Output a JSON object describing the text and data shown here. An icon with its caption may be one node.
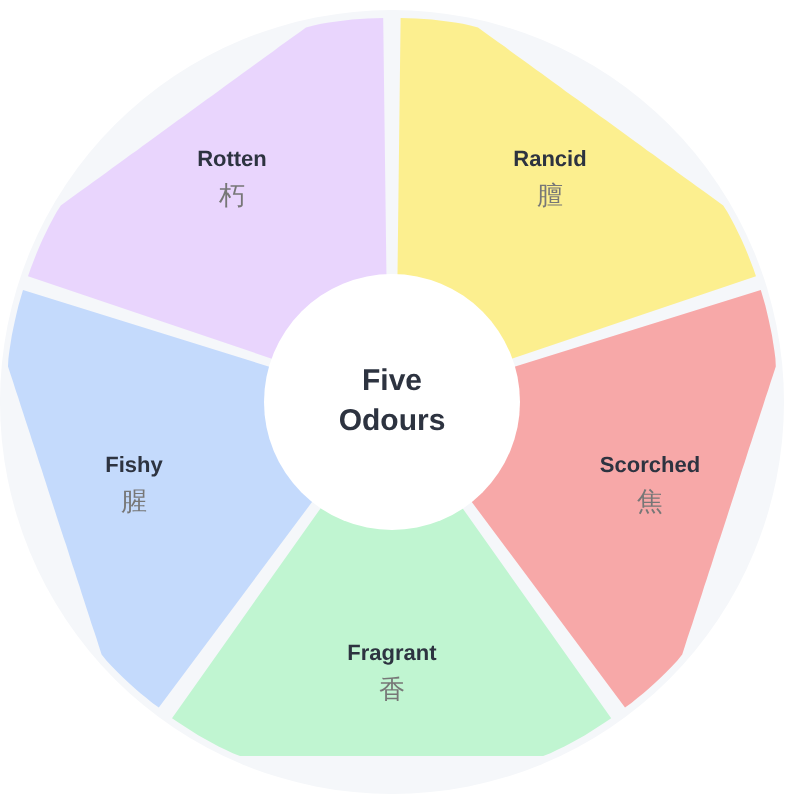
{
  "diagram": {
    "nodes": [
      {
        "text": [
          "Five Odours"
        ]
      },
      {
        "text": [
          "Rancid",
          "膻"
        ]
      },
      {
        "text": [
          "Scorched",
          "焦"
        ]
      },
      {
        "text": [
          "Fragrant",
          "香"
        ]
      },
      {
        "text": [
          "Fishy",
          "腥"
        ]
      },
      {
        "text": [
          "Rotten",
          "朽"
        ]
      }
    ],
    "edges": []
  }
}
